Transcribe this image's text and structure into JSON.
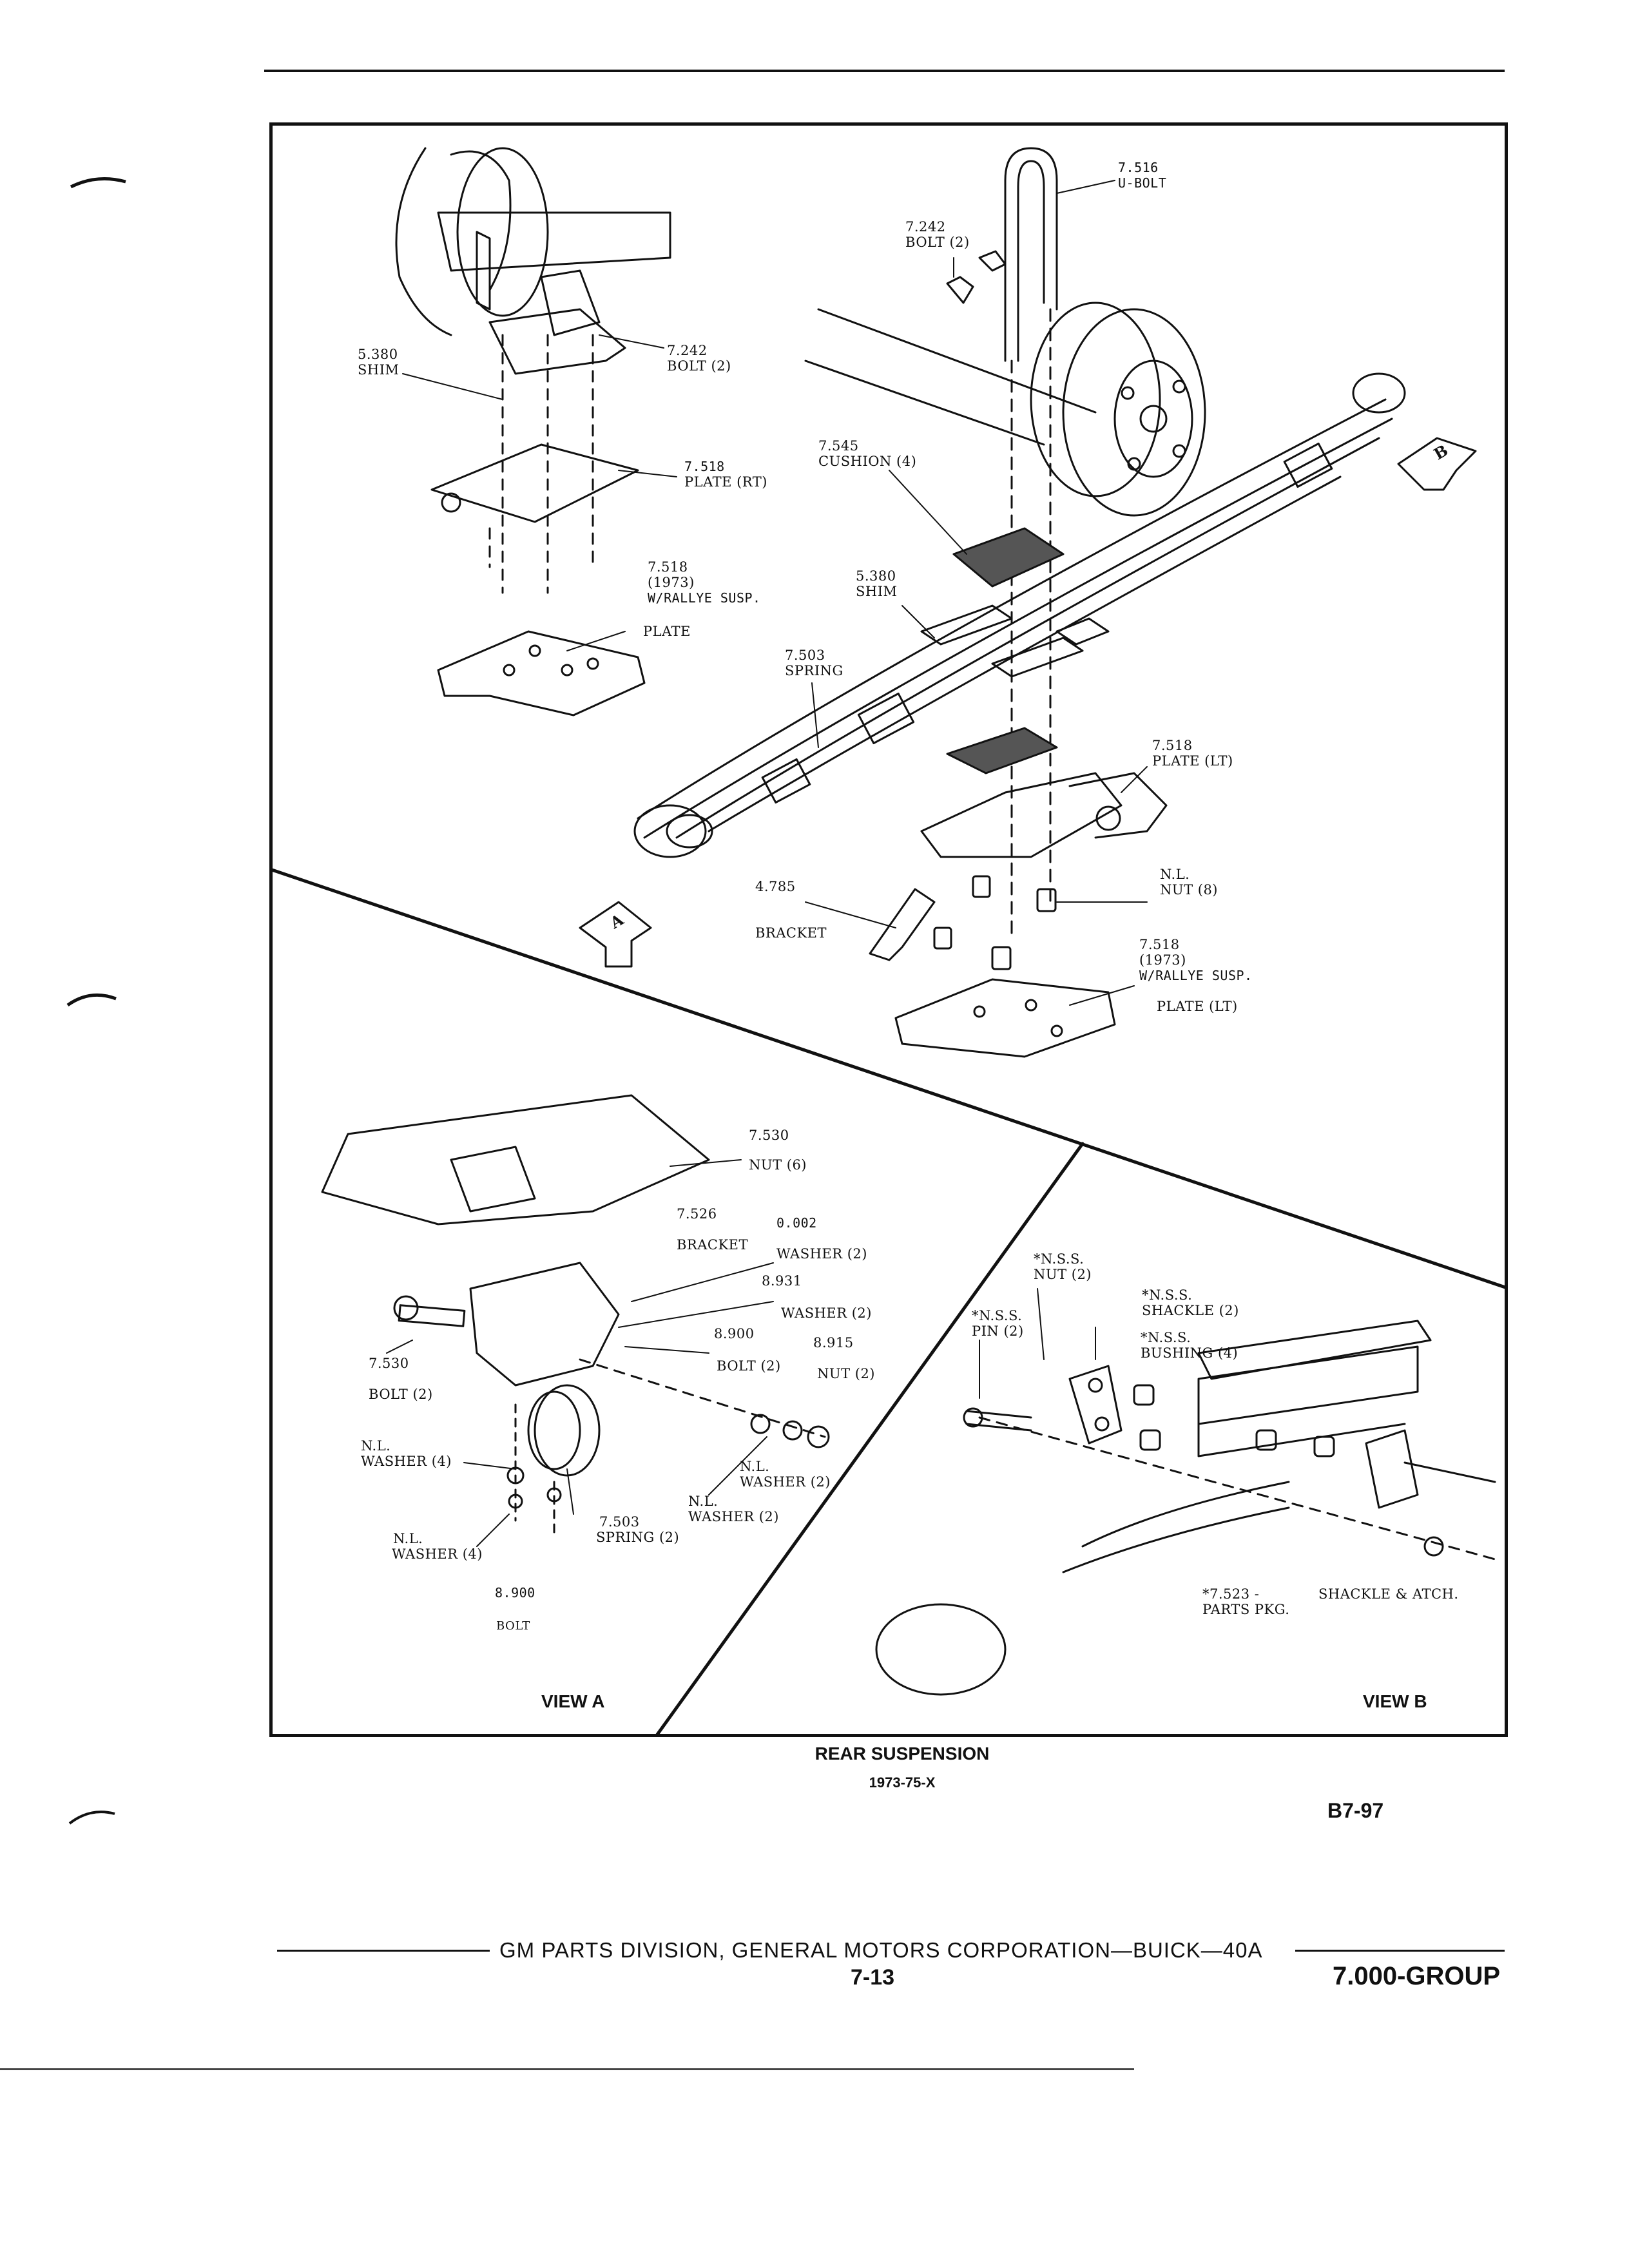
{
  "labels": {
    "ubolt_num": "7.516",
    "ubolt_name": "U-BOLT",
    "bolt_top_num": "7.242",
    "bolt_top_name": "BOLT (2)",
    "shim_left_num": "5.380",
    "shim_left_name": "SHIM",
    "bolt_left_num": "7.242",
    "bolt_left_name": "BOLT (2)",
    "plate_rt_num": "7.518",
    "plate_rt_name": "PLATE (RT)",
    "cushion_num": "7.545",
    "cushion_name": "CUSHION (4)",
    "rallye_num": "7.518",
    "rallye_year": "(1973)",
    "rallye_text": "W/RALLYE SUSP.",
    "plate_name": "PLATE",
    "shim_mid_num": "5.380",
    "shim_mid_name": "SHIM",
    "spring_num": "7.503",
    "spring_name": "SPRING",
    "plate_lt_num": "7.518",
    "plate_lt_name": "PLATE (LT)",
    "nut8_num": "N.L.",
    "nut8_name": "NUT (8)",
    "bracket_num": "4.785",
    "bracket_name": "BRACKET",
    "rallye_lt_num": "7.518",
    "rallye_lt_year": "(1973)",
    "rallye_lt_text": "W/RALLYE SUSP.",
    "rallye_lt_name": "PLATE (LT)",
    "arrow_a": "A",
    "arrow_b": "B"
  },
  "view_a": {
    "nut6_num": "7.530",
    "nut6_name": "NUT (6)",
    "bracket_num": "7.526",
    "bracket_name": "BRACKET",
    "washer_a_num": "0.002",
    "washer_a_name": "WASHER (2)",
    "washer_b_num": "8.931",
    "washer_b_name": "WASHER (2)",
    "bolt_r_num": "8.900",
    "bolt_r_name": "BOLT (2)",
    "nut2_num": "8.915",
    "nut2_name": "NUT (2)",
    "bolt_l_num": "7.530",
    "bolt_l_name": "BOLT (2)",
    "washer4_num": "N.L.",
    "washer4_name": "WASHER (4)",
    "washer4b_num": "N.L.",
    "washer4b_name": "WASHER (4)",
    "spring_num": "7.503",
    "spring_name": "SPRING (2)",
    "nl_washer_num": "N.L.",
    "nl_washer_name": "WASHER (2)",
    "nl_washer2_num": "N.L.",
    "nl_washer2_name": "WASHER (2)",
    "bolt_b_num": "8.900",
    "bolt_b_name": "BOLT",
    "title": "VIEW A"
  },
  "view_b": {
    "nut_num": "*N.S.S.",
    "nut_name": "NUT (2)",
    "shackle_num": "*N.S.S.",
    "shackle_name": "SHACKLE (2)",
    "pin_num": "*N.S.S.",
    "pin_name": "PIN (2)",
    "bushing_num": "*N.S.S.",
    "bushing_name": "BUSHING (4)",
    "parts_num": "*7.523 -",
    "parts_name": "PARTS PKG.",
    "shackle_atch": "SHACKLE & ATCH.",
    "title": "VIEW B"
  },
  "caption": {
    "title": "REAR SUSPENSION",
    "subtitle": "1973-75-X",
    "figure": "B7-97"
  },
  "footer": {
    "text": "GM PARTS DIVISION, GENERAL MOTORS CORPORATION—BUICK—40A",
    "page": "7-13",
    "group": "7.000-GROUP"
  }
}
